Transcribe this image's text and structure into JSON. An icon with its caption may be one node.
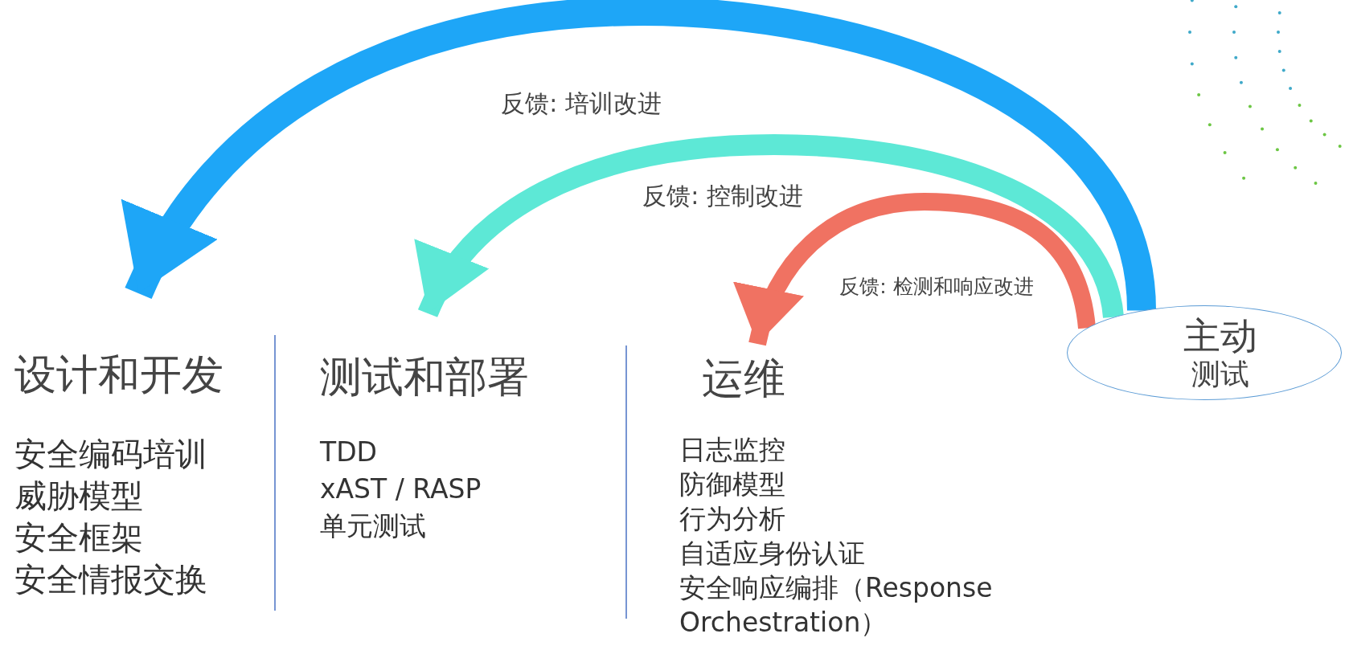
{
  "diagram": {
    "nodes": [
      {
        "text": [
          "设计和开发",
          "安全编码培训",
          "威胁模型",
          "安全框架",
          "安全情报交换"
        ]
      },
      {
        "text": [
          "测试和部署",
          "TDD",
          "xAST / RASP",
          "单元测试"
        ]
      },
      {
        "text": [
          "运维",
          "日志监控",
          "防御模型",
          "行为分析",
          "自适应身份认证",
          "安全响应编排（Response Orchestration）"
        ]
      },
      {
        "text": [
          "主动",
          "测试"
        ]
      }
    ],
    "edges": [
      {
        "from": 3,
        "to": 0,
        "arrow": "to",
        "label": "反馈: 培训改进",
        "color": "#1ea6f7"
      },
      {
        "from": 3,
        "to": 1,
        "arrow": "to",
        "label": "反馈: 控制改进",
        "color": "#5de8d6"
      },
      {
        "from": 3,
        "to": 2,
        "arrow": "to",
        "label": "反馈: 检测和响应改进",
        "color": "#f07262"
      }
    ]
  }
}
